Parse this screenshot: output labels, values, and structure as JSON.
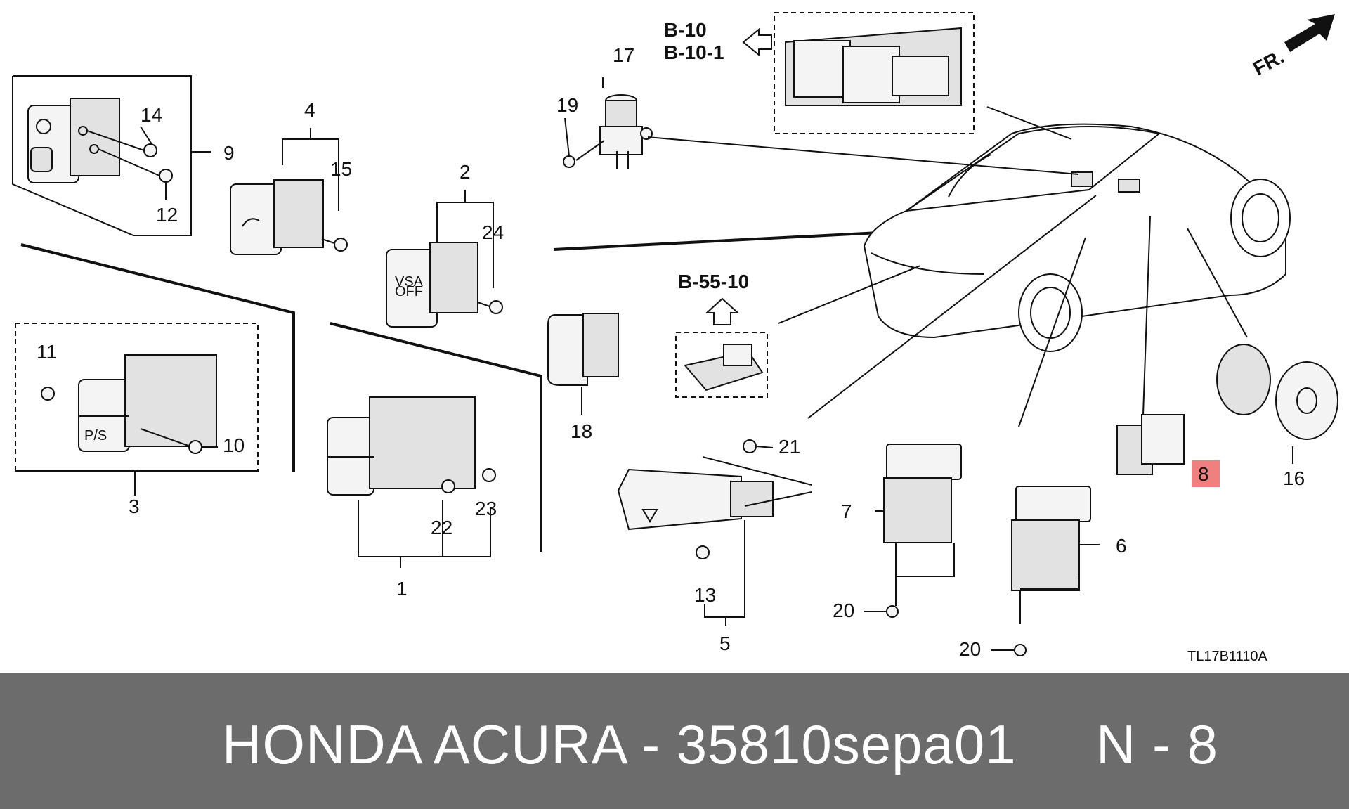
{
  "diagram": {
    "callouts": {
      "c1": "1",
      "c2": "2",
      "c3": "3",
      "c4": "4",
      "c5": "5",
      "c6": "6",
      "c7": "7",
      "c8": "8",
      "c9": "9",
      "c10": "10",
      "c11": "11",
      "c12": "12",
      "c13": "13",
      "c14": "14",
      "c15": "15",
      "c16": "16",
      "c17": "17",
      "c18": "18",
      "c19": "19",
      "c20a": "20",
      "c20b": "20",
      "c21": "21",
      "c22": "22",
      "c23": "23",
      "c24": "24"
    },
    "refs": {
      "ref_b10": "B-10",
      "ref_b101": "B-10-1",
      "ref_b5510": "B-55-10"
    },
    "direction_label": "FR.",
    "diagram_code": "TL17B1110A",
    "switch_text": {
      "vsa1": "VSA",
      "vsa2": "OFF",
      "ps": "P/S"
    },
    "highlight_color": "#f08080"
  },
  "footer": {
    "title": "HONDA ACURA - 35810sepa01     N - 8"
  }
}
